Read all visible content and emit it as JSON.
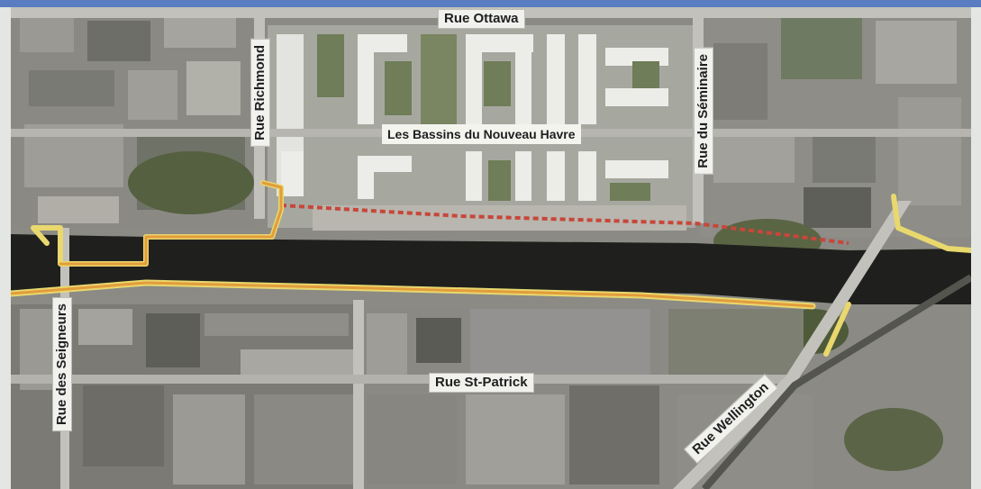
{
  "map": {
    "labels": {
      "rue_ottawa": "Rue Ottawa",
      "rue_richmond": "Rue Richmond",
      "bassins": "Les Bassins du Nouveau Havre",
      "rue_seminaire": "Rue du Séminaire",
      "rue_seigneurs": "Rue des Seigneurs",
      "rue_st_patrick": "Rue St-Patrick",
      "rue_wellington": "Rue Wellington"
    },
    "colors": {
      "canal": "#1f201d",
      "path_orange": "#e39c3c",
      "path_yellow": "#e8d86e",
      "dashed_red": "#c8463a",
      "header_band": "#5a7cc1"
    }
  }
}
